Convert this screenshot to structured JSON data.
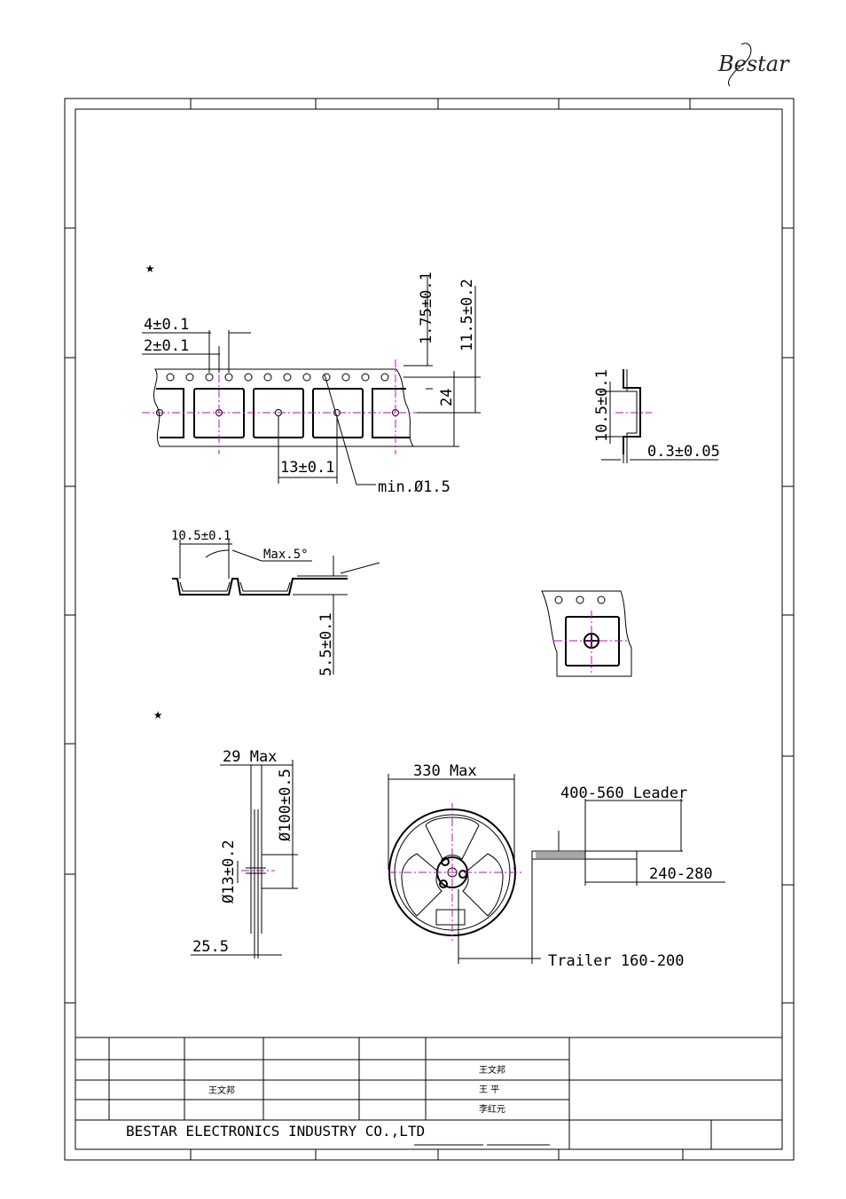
{
  "brand": {
    "logo_text": "Bestar"
  },
  "tape": {
    "star": "★",
    "pitch_hole": "4±0.1",
    "hole_to_pocket": "2±0.1",
    "edge_to_hole": "1.75±0.1",
    "hole_row_to_center": "11.5±0.2",
    "tape_width": "24",
    "pocket_pitch": "13±0.1",
    "pocket_hole": "min.Ø1.5",
    "pocket_depth": "10.5±0.1",
    "tape_thickness": "0.3±0.05",
    "pocket_width": "10.5±0.1",
    "max_angle": "Max.5°",
    "cover_height": "5.5±0.1"
  },
  "reel": {
    "star": "★",
    "width_max": "29 Max",
    "hub_diameter": "Ø100±0.5",
    "arbor_diameter": "Ø13±0.2",
    "inner_width": "25.5",
    "reel_diameter": "330 Max",
    "leader": "400-560 Leader",
    "cover_tape": "240-280",
    "trailer": "Trailer 160-200"
  },
  "title_block": {
    "name_1": "王文邦",
    "name_2": "王文邦",
    "name_3": "王 平",
    "name_4": "李红元",
    "company": "BESTAR ELECTRONICS INDUSTRY CO.,LTD"
  }
}
